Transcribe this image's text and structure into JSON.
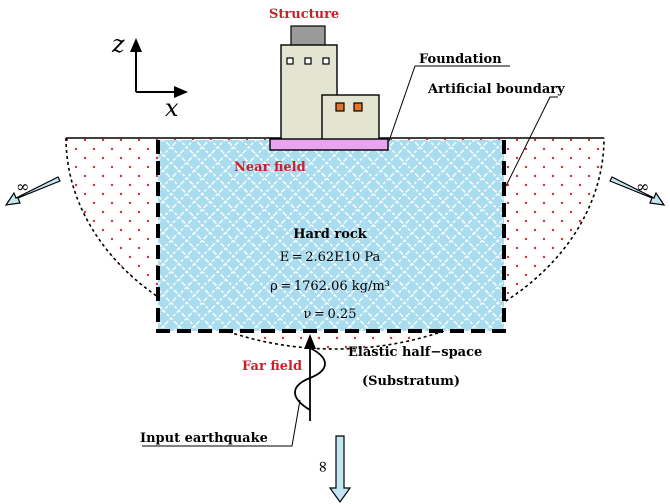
{
  "labels": {
    "structure": "Structure",
    "foundation": "Foundation",
    "artificial_boundary": "Artificial boundary",
    "near_field": "Near field",
    "far_field": "Far field",
    "elastic_half_space": "Elastic half−space",
    "substratum": "(Substratum)",
    "input_earthquake": "Input earthquake"
  },
  "axes": {
    "vertical": "z",
    "horizontal": "x"
  },
  "rock": {
    "title": "Hard rock",
    "modulus": "E = 2.62E10 Pa",
    "density": "ρ = 1762.06 kg/m³",
    "poisson": "ν = 0.25"
  },
  "infinity": {
    "left": "∞",
    "right": "∞",
    "bottom": "∞"
  },
  "colors": {
    "near_field_fill": "#a9dcee",
    "far_field_dots": "#d6303a",
    "foundation_fill": "#e8a4ee",
    "arrow_fill": "#c2e6f2",
    "building_fill": "#e4e4d2",
    "roof_fill": "#9a9a9a",
    "window_orange": "#e0762a",
    "red_label": "#cc1f2b"
  }
}
